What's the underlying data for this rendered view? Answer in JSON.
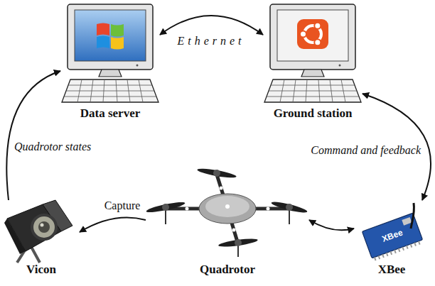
{
  "diagram": {
    "nodes": [
      {
        "text": [
          "Data server"
        ]
      },
      {
        "text": [
          "Ground station"
        ]
      },
      {
        "text": [
          "Vicon"
        ]
      },
      {
        "text": [
          "Quadrotor"
        ]
      },
      {
        "text": [
          "XBee"
        ]
      }
    ],
    "edges": [
      {
        "from": 0,
        "to": 1,
        "arrow": "both",
        "label": "Ethernet"
      },
      {
        "from": 2,
        "to": 0,
        "arrow": "to",
        "label": "Quadrotor states"
      },
      {
        "from": 3,
        "to": 2,
        "arrow": "to",
        "label": "Capture"
      },
      {
        "from": 3,
        "to": 4,
        "arrow": "both"
      },
      {
        "from": 4,
        "to": 1,
        "arrow": "both",
        "label": "Command and feedback"
      }
    ],
    "labels": [
      "XBee"
    ]
  }
}
